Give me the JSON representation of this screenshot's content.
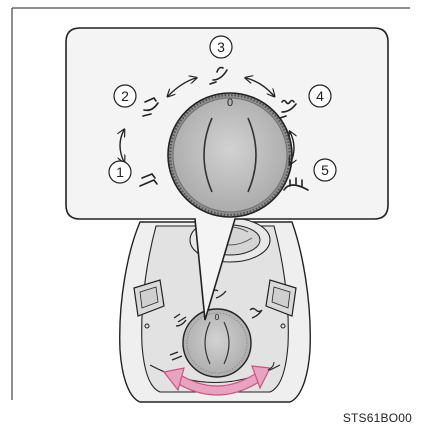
{
  "figure": {
    "code": "STS61BO00",
    "callouts": [
      {
        "id": "1",
        "label": "1"
      },
      {
        "id": "2",
        "label": "2"
      },
      {
        "id": "3",
        "label": "3"
      },
      {
        "id": "4",
        "label": "4"
      },
      {
        "id": "5",
        "label": "5"
      }
    ],
    "dial_position_marker": "0",
    "colors": {
      "panel_fill": "#f4f4f4",
      "outline": "#222222",
      "knob_fill": "#bdbdbd",
      "knob_ring": "#8f8f8f",
      "dash_fill": "#e9e9e9",
      "arrow_pink": "#e9a3c2",
      "arrow_pink_stroke": "#c9557f"
    },
    "icons": [
      "face-vent-icon",
      "bi-level-vent-icon",
      "foot-vent-icon",
      "foot-defrost-icon",
      "windshield-defrost-icon"
    ]
  }
}
